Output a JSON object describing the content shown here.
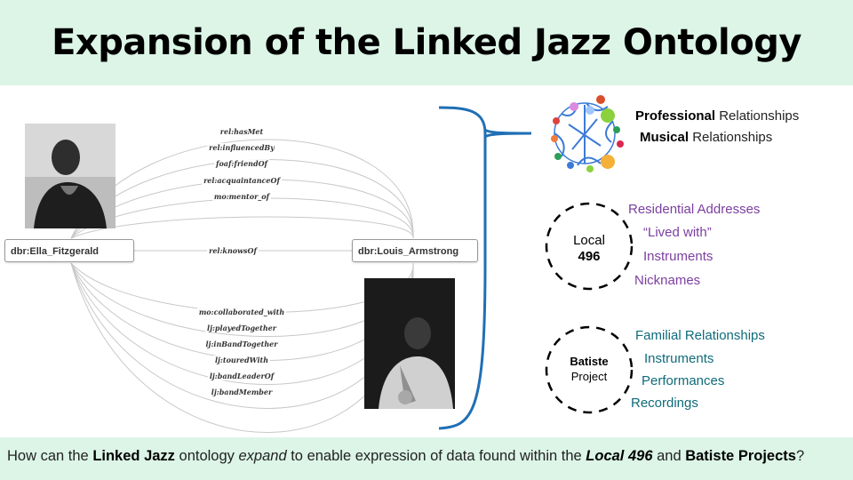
{
  "title": "Expansion of the Linked Jazz Ontology",
  "nodes": {
    "ella": "dbr:Ella_Fitzgerald",
    "louis": "dbr:Louis_Armstrong"
  },
  "relations_top": [
    "rel:hasMet",
    "rel:influencedBy",
    "foaf:friendOf",
    "rel:acquaintanceOf",
    "mo:mentor_of"
  ],
  "relation_middle": "rel:knowsOf",
  "relations_bottom": [
    "mo:collaborated_with",
    "lj:playedTogether",
    "lj:inBandTogether",
    "lj:touredWith",
    "lj:bandLeaderOf",
    "lj:bandMember"
  ],
  "linked_jazz": {
    "professional_bold": "Professional",
    "professional_rest": " Relationships",
    "musical_bold": "Musical",
    "musical_rest": " Relationships"
  },
  "local496": {
    "label_line1": "Local",
    "label_line2": "496",
    "items": [
      "Residential Addresses",
      "“Lived with”",
      "Instruments",
      "Nicknames"
    ]
  },
  "batiste": {
    "label_line1": "Batiste",
    "label_line2": "Project",
    "items": [
      "Familial  Relationships",
      "Instruments",
      "Performances",
      "Recordings"
    ]
  },
  "question": {
    "p1": "How can the ",
    "b1": "Linked Jazz",
    "p2": " ontology ",
    "i1": "expand",
    "p3": " to enable expression of data found within the ",
    "bi1": "Local 496",
    "p4": " and ",
    "b2": "Batiste Projects",
    "p5": "?"
  },
  "colors": {
    "header_bg": "#dcf5e7",
    "brace": "#1f6fb5",
    "purple_text": "#7b3fa0",
    "teal_text": "#0f6b7a"
  }
}
